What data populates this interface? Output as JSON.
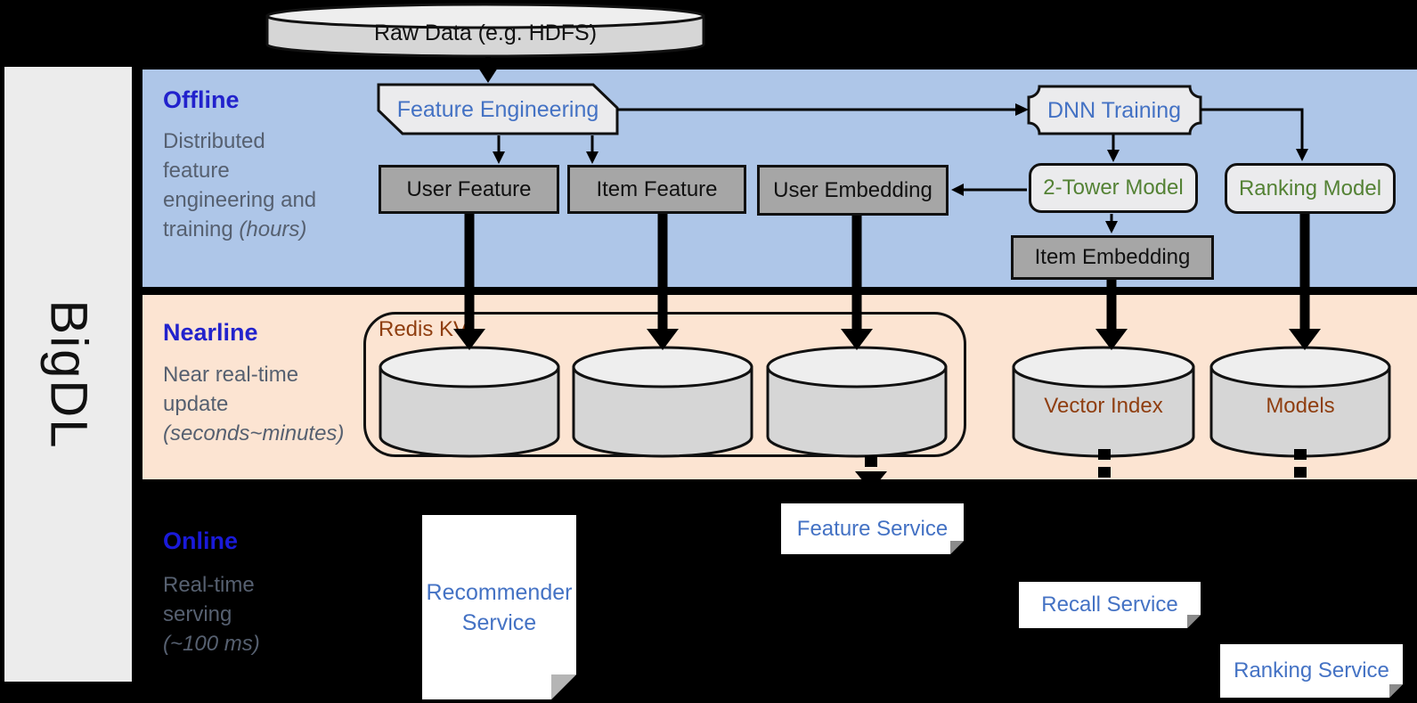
{
  "sidebar": {
    "label": "BigDL"
  },
  "raw_data": {
    "label": "Raw Data (e.g. HDFS)"
  },
  "bands": {
    "offline": {
      "title": "Offline",
      "subtitle": "Distributed\nfeature\nengineering and\ntraining",
      "subtitle_italic": "(hours)"
    },
    "nearline": {
      "title": "Nearline",
      "subtitle": "Near real-time\nupdate",
      "subtitle_italic": "(seconds~minutes)"
    },
    "online": {
      "title": "Online",
      "subtitle": "Real-time\nserving",
      "subtitle_italic": "(~100 ms)"
    }
  },
  "offline_nodes": {
    "feature_engineering": "Feature Engineering",
    "dnn_training": "DNN Training",
    "user_feature": "User Feature",
    "item_feature": "Item Feature",
    "user_embedding": "User Embedding",
    "two_tower_model": "2-Tower Model",
    "ranking_model": "Ranking Model",
    "item_embedding": "Item Embedding"
  },
  "nearline_nodes": {
    "redis_kv": "Redis KV",
    "vector_index": "Vector Index",
    "models": "Models"
  },
  "online_nodes": {
    "recommender_service": "Recommender\nService",
    "feature_service": "Feature Service",
    "recall_service": "Recall Service",
    "ranking_service": "Ranking Service"
  },
  "edges": [
    {
      "from": "raw_data",
      "to": "feature_engineering",
      "style": "solid"
    },
    {
      "from": "feature_engineering",
      "to": "dnn_training",
      "style": "solid"
    },
    {
      "from": "feature_engineering",
      "to": "user_feature",
      "style": "solid"
    },
    {
      "from": "feature_engineering",
      "to": "item_feature",
      "style": "solid"
    },
    {
      "from": "dnn_training",
      "to": "two_tower_model",
      "style": "solid"
    },
    {
      "from": "dnn_training",
      "to": "ranking_model",
      "style": "solid"
    },
    {
      "from": "two_tower_model",
      "to": "user_embedding",
      "style": "solid"
    },
    {
      "from": "two_tower_model",
      "to": "item_embedding",
      "style": "solid"
    },
    {
      "from": "user_feature",
      "to": "redis_kv",
      "style": "thick"
    },
    {
      "from": "item_feature",
      "to": "redis_kv",
      "style": "thick"
    },
    {
      "from": "user_embedding",
      "to": "redis_kv",
      "style": "thick"
    },
    {
      "from": "item_embedding",
      "to": "vector_index",
      "style": "thick"
    },
    {
      "from": "ranking_model",
      "to": "models",
      "style": "thick"
    },
    {
      "from": "redis_kv",
      "to": "feature_service",
      "style": "thick-dashed"
    },
    {
      "from": "vector_index",
      "to": "recall_service",
      "style": "thick-dashed"
    },
    {
      "from": "models",
      "to": "ranking_service",
      "style": "thick-dashed"
    }
  ],
  "colors": {
    "accent_blue": "#4472C4",
    "band_title_blue": "#2222CC",
    "model_green": "#548235",
    "storage_brown": "#8F3E10",
    "subtitle_slate": "#566070",
    "offline_band": "#AEC6E8",
    "nearline_band": "#FCE4D2",
    "dark_box_gray": "#A6A6A6",
    "shape_gray": "#EBEBED",
    "cylinder_gray": "#D6D6D6",
    "background": "#000000"
  }
}
